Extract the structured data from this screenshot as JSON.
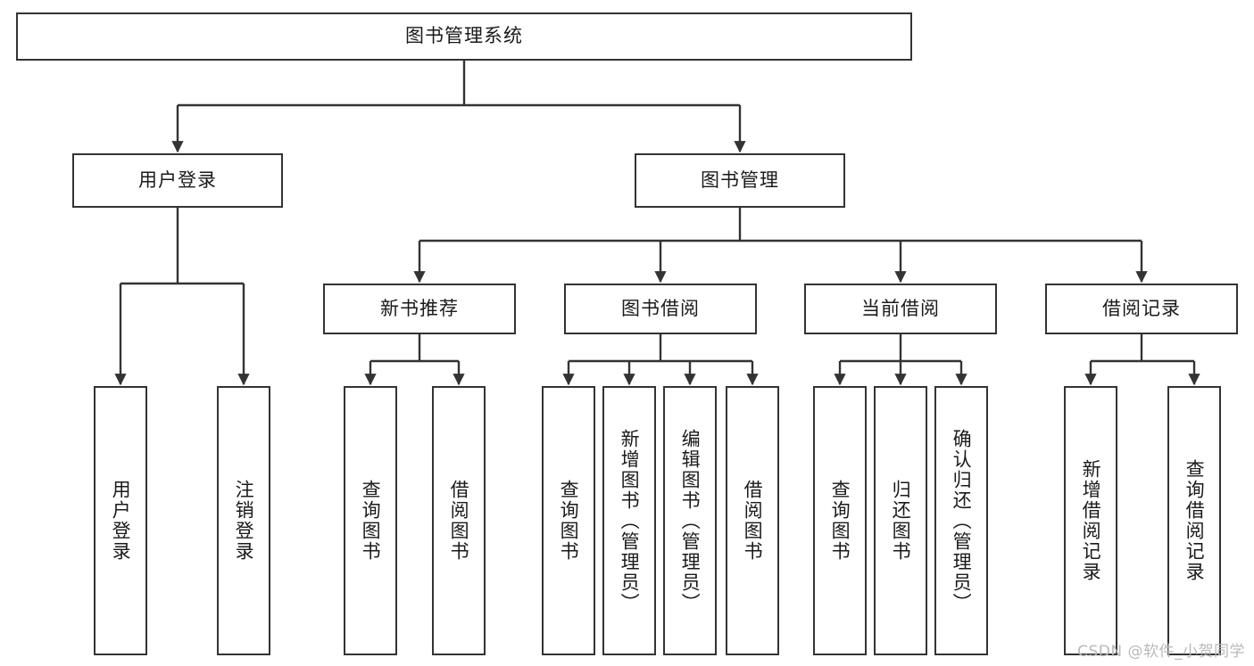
{
  "diagram": {
    "title": "图书管理系统",
    "watermark": "CSDN @软件_小贺同学",
    "line_color": "#333333",
    "box_fill": "#ffffff",
    "text_color": "#1a1a1a",
    "nodes": {
      "root": {
        "label": "图书管理系统"
      },
      "level2": [
        {
          "id": "user-login",
          "label": "用户登录"
        },
        {
          "id": "book-manage",
          "label": "图书管理"
        }
      ],
      "level3": [
        {
          "id": "new-book-recommend",
          "label": "新书推荐"
        },
        {
          "id": "book-borrow",
          "label": "图书借阅"
        },
        {
          "id": "current-borrow",
          "label": "当前借阅"
        },
        {
          "id": "borrow-record",
          "label": "借阅记录"
        }
      ],
      "leaves": {
        "user-login": [
          {
            "id": "leaf-user-login",
            "label": "用户登录"
          },
          {
            "id": "leaf-logout-login",
            "label": "注销登录"
          }
        ],
        "new-book-recommend": [
          {
            "id": "leaf-query-book-1",
            "label": "查询图书"
          },
          {
            "id": "leaf-borrow-book-1",
            "label": "借阅图书"
          }
        ],
        "book-borrow": [
          {
            "id": "leaf-query-book-2",
            "label": "查询图书"
          },
          {
            "id": "leaf-add-book",
            "label": "新增图书（管理员）"
          },
          {
            "id": "leaf-edit-book",
            "label": "编辑图书（管理员）"
          },
          {
            "id": "leaf-borrow-book-2",
            "label": "借阅图书"
          }
        ],
        "current-borrow": [
          {
            "id": "leaf-query-book-3",
            "label": "查询图书"
          },
          {
            "id": "leaf-return-book",
            "label": "归还图书"
          },
          {
            "id": "leaf-confirm-return",
            "label": "确认归还（管理员）"
          }
        ],
        "borrow-record": [
          {
            "id": "leaf-add-record",
            "label": "新增借阅记录"
          },
          {
            "id": "leaf-query-record",
            "label": "查询借阅记录"
          }
        ]
      }
    }
  }
}
